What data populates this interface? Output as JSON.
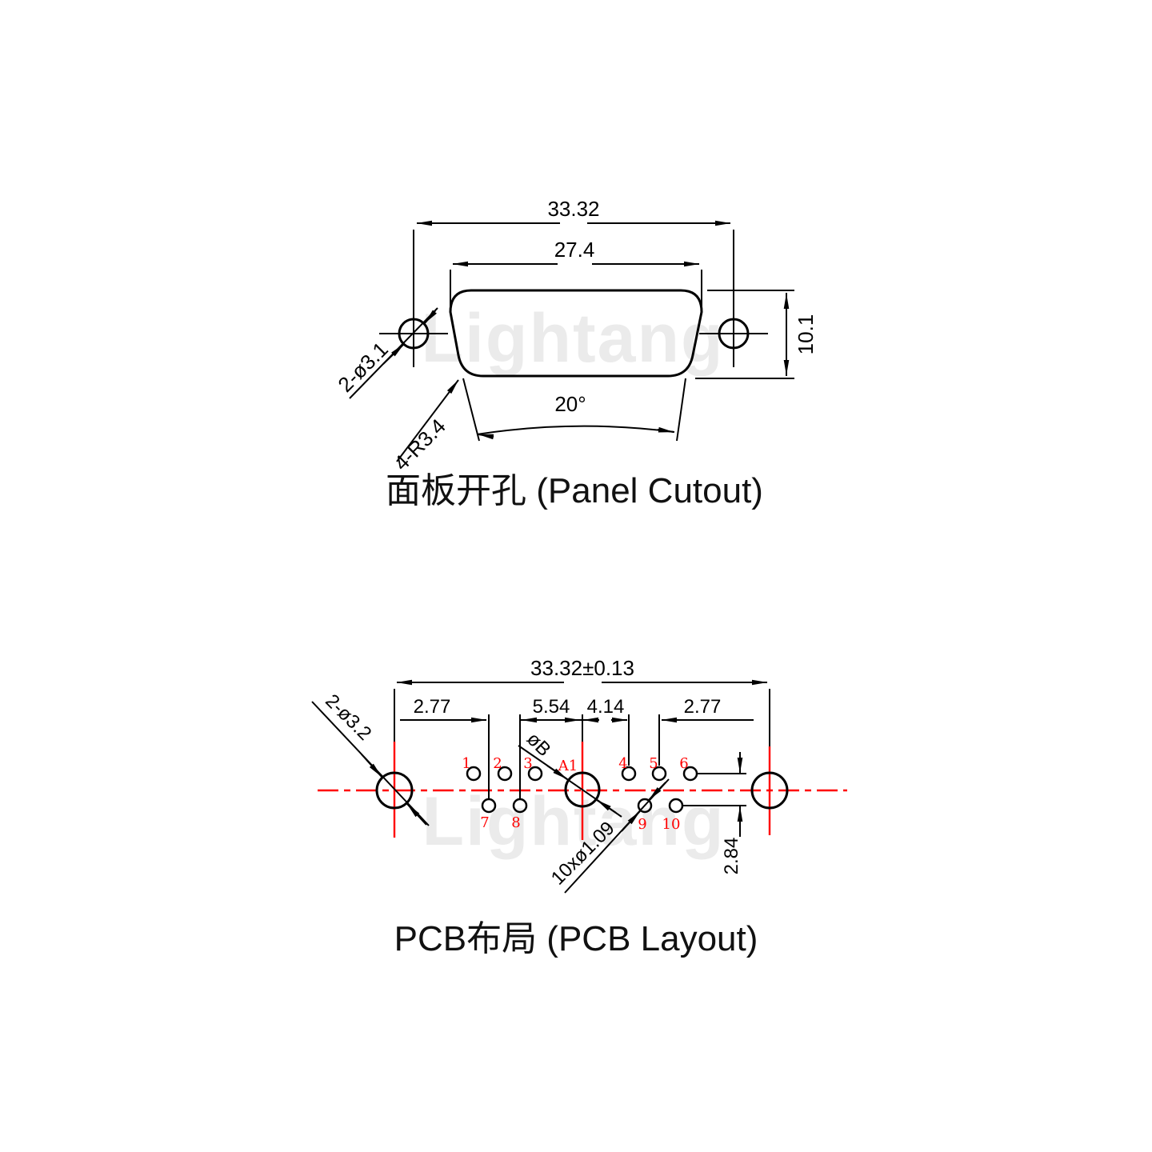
{
  "watermark": {
    "text": "Lightang"
  },
  "colors": {
    "line": "#000000",
    "accent_red": "#ff0000",
    "watermark_gray": "#ebebeb",
    "background": "#ffffff"
  },
  "panel_cutout": {
    "title": "面板开孔 (Panel Cutout)",
    "dim_outer_width": "33.32",
    "dim_inner_width": "27.4",
    "dim_height": "10.1",
    "dim_angle": "20°",
    "label_mount_holes": "2-ø3.1",
    "label_corner_radius": "4-R3.4"
  },
  "pcb_layout": {
    "title": "PCB布局 (PCB Layout)",
    "dim_span": "33.32±0.13",
    "dim_pitch_left": "2.77",
    "dim_pin8_to_a1": "5.54",
    "dim_a1_to_pin4": "4.14",
    "dim_pitch_right": "2.77",
    "dim_row_spacing": "2.84",
    "label_mount_holes": "2-ø3.2",
    "label_a1_diameter": "øB",
    "label_pin_diameter": "10xø1.09",
    "label_a1": "A1",
    "pins": [
      "1",
      "2",
      "3",
      "4",
      "5",
      "6",
      "7",
      "8",
      "9",
      "10"
    ]
  }
}
